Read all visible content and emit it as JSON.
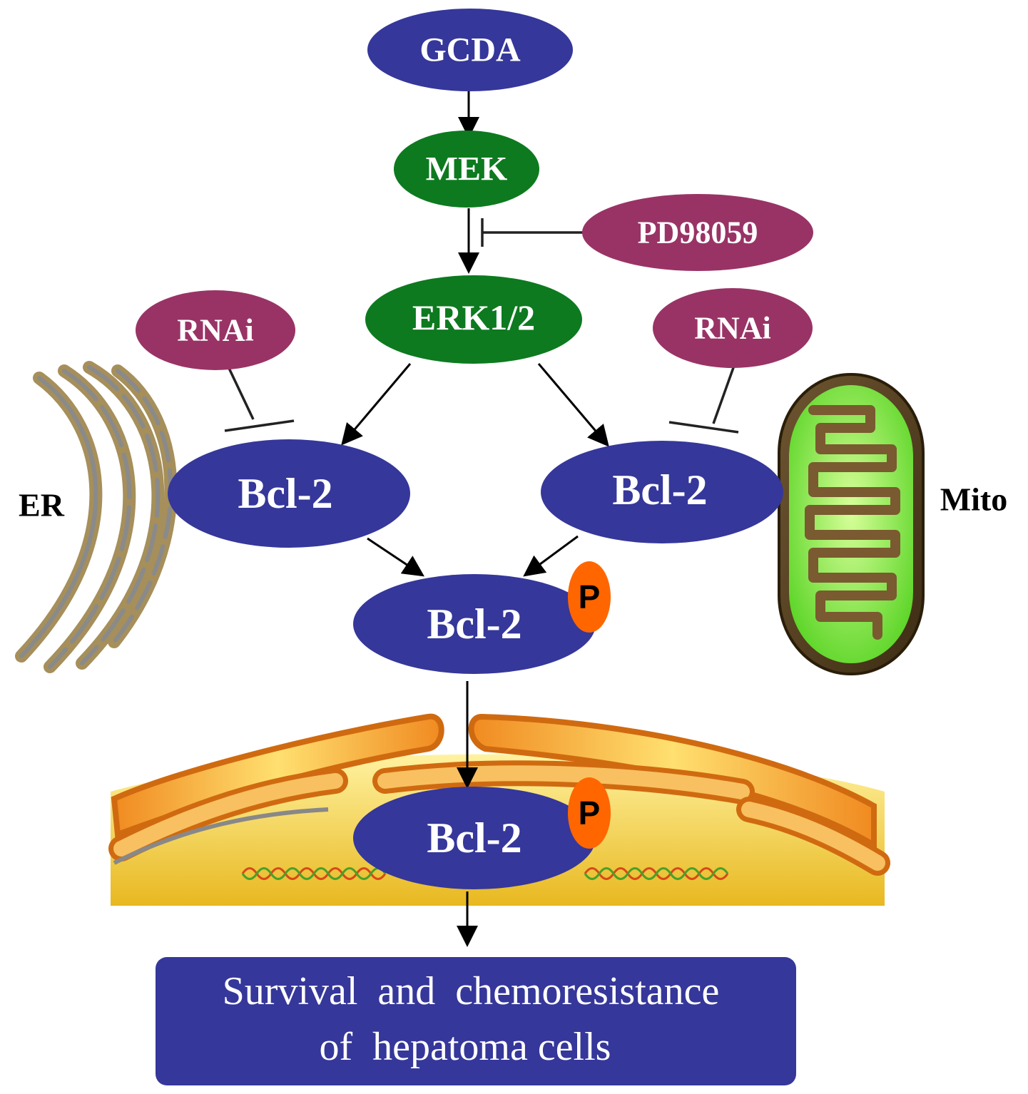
{
  "nodes": {
    "gcda": "GCDA",
    "mek": "MEK",
    "pd98059": "PD98059",
    "erk": "ERK1/2",
    "rnai_left": "RNAi",
    "rnai_right": "RNAi",
    "bcl2_er": "Bcl-2",
    "bcl2_mito": "Bcl-2",
    "bcl2_phospho": "Bcl-2",
    "bcl2_nuclear": "Bcl-2",
    "phospho_badge_1": "P",
    "phospho_badge_2": "P"
  },
  "organelles": {
    "er_label": "ER",
    "mito_label": "Mito"
  },
  "outcome": {
    "line1": "Survival  and  chemoresistance",
    "line2": "of  hepatoma cells"
  },
  "colors": {
    "blue_node": "#35379a",
    "green_node": "#0d7a1f",
    "inhibitor_node": "#993366",
    "phospho_badge": "#ff6600",
    "er_membrane": "#a68f5a",
    "mito_outer": "#6b5430",
    "mito_inner": "#7fe83c",
    "nucleus_orange": "#e07a10",
    "nucleus_yellow": "#f5d24a"
  }
}
